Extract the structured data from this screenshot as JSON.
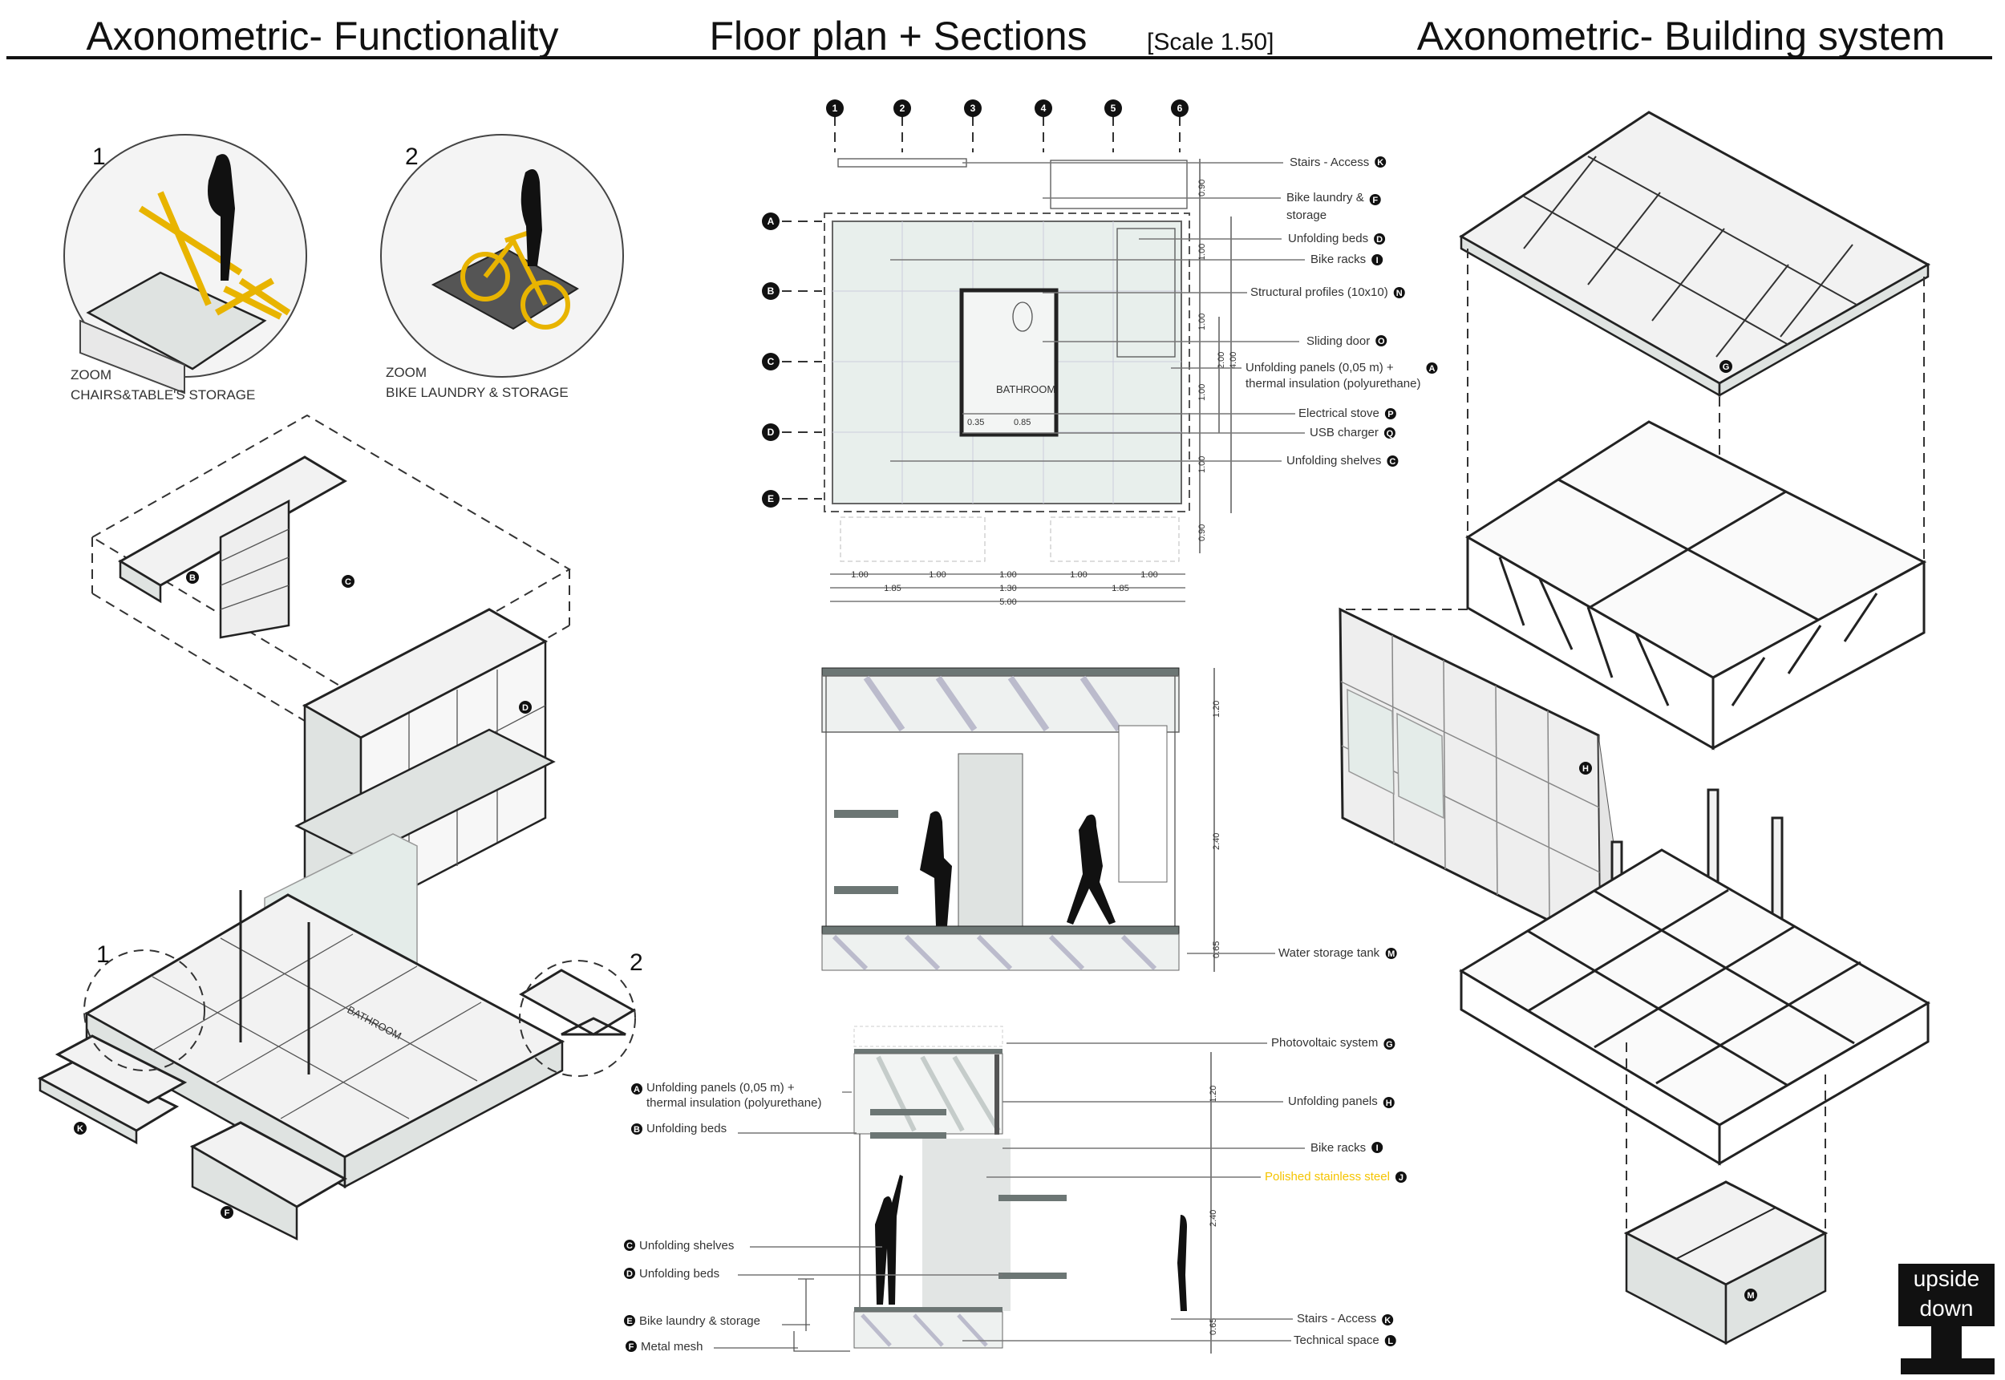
{
  "titles": {
    "left": "Axonometric- Functionality",
    "center": "Floor plan + Sections",
    "center_scale": "[Scale 1.50]",
    "right": "Axonometric- Building system"
  },
  "zooms": [
    {
      "number": "1",
      "line1": "ZOOM",
      "line2": "CHAIRS&TABLE'S STORAGE"
    },
    {
      "number": "2",
      "line1": "ZOOM",
      "line2": "BIKE LAUNDRY & STORAGE"
    }
  ],
  "axo_left": {
    "callout_1": "1",
    "callout_2": "2",
    "bathroom": "BATHROOM",
    "markers": [
      "B",
      "C",
      "D",
      "K",
      "F"
    ]
  },
  "plan": {
    "grid_cols": [
      "1",
      "2",
      "3",
      "4",
      "5",
      "6"
    ],
    "grid_rows": [
      "A",
      "B",
      "C",
      "D",
      "E"
    ],
    "bathroom": "BATHROOM",
    "inner_dims": [
      "0.35",
      "0.85"
    ],
    "vertical_dims": [
      "0.90",
      "1.00",
      "1.00",
      "2.00",
      "4.00",
      "1.00",
      "1.00",
      "0.90"
    ],
    "dim_row1": [
      "1.00",
      "1.00",
      "1.00",
      "1.00",
      "1.00"
    ],
    "dim_row2": [
      "1.85",
      "1.30",
      "1.85"
    ],
    "dim_row3": "5.00",
    "labels": [
      {
        "text": "Stairs - Access",
        "marker": "K"
      },
      {
        "text": "Bike laundry &",
        "text2": "storage",
        "marker": "F"
      },
      {
        "text": "Unfolding beds",
        "marker": "D"
      },
      {
        "text": "Bike racks",
        "marker": "I"
      },
      {
        "text": "Structural profiles (10x10)",
        "marker": "N"
      },
      {
        "text": "Sliding door",
        "marker": "O"
      },
      {
        "text": "Unfolding panels (0,05 m) +",
        "text2": "thermal insulation (polyurethane)",
        "marker": "A"
      },
      {
        "text": "Electrical stove",
        "marker": "P"
      },
      {
        "text": "USB charger",
        "marker": "Q"
      },
      {
        "text": "Unfolding shelves",
        "marker": "C"
      }
    ]
  },
  "section1": {
    "dims": [
      "1.20",
      "2.40",
      "0.65"
    ],
    "label": {
      "text": "Water storage tank",
      "marker": "M"
    }
  },
  "section2": {
    "dims": [
      "1.20",
      "2.40",
      "0.65"
    ],
    "right_labels": [
      {
        "text": "Photovoltaic system",
        "marker": "G"
      },
      {
        "text": "Unfolding panels",
        "marker": "H"
      },
      {
        "text": "Bike racks",
        "marker": "I"
      },
      {
        "text": "Polished stainless steel",
        "marker": "J",
        "highlight": "#f5c400"
      },
      {
        "text": "Stairs - Access",
        "marker": "K"
      },
      {
        "text": "Technical space",
        "marker": "L"
      }
    ],
    "left_labels": [
      {
        "text": "Unfolding panels (0,05 m) +",
        "text2": "thermal insulation (polyurethane)",
        "marker": "A"
      },
      {
        "text": "Unfolding beds",
        "marker": "B"
      },
      {
        "text": "Unfolding shelves",
        "marker": "C"
      },
      {
        "text": "Unfolding beds",
        "marker": "D"
      },
      {
        "text": "Bike laundry & storage",
        "marker": "E"
      },
      {
        "text": "Metal mesh",
        "marker": "F"
      }
    ]
  },
  "axo_right": {
    "markers": [
      "G",
      "H",
      "M"
    ]
  },
  "logo": {
    "line1": "upside",
    "line2": "down"
  },
  "colors": {
    "ink": "#111111",
    "panel": "#f2f2f2",
    "glass": "#e4ece9",
    "highlight": "#f5c400",
    "accent_chair": "#e8b400"
  }
}
